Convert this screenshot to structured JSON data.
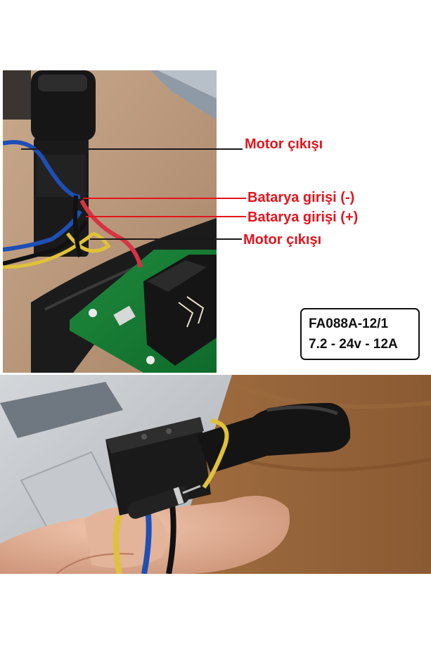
{
  "callouts": {
    "motor_output_top": "Motor çıkışı",
    "battery_negative": "Batarya girişi (-)",
    "battery_positive": "Batarya girişi (+)",
    "motor_output_bottom": "Motor çıkışı"
  },
  "spec": {
    "model": "FA088A-12/1",
    "rating": "7.2 - 24v - 12A"
  },
  "colors": {
    "callout_text": "#e5141c",
    "line_red": "#e5141c",
    "line_black": "#1a1a1a"
  }
}
